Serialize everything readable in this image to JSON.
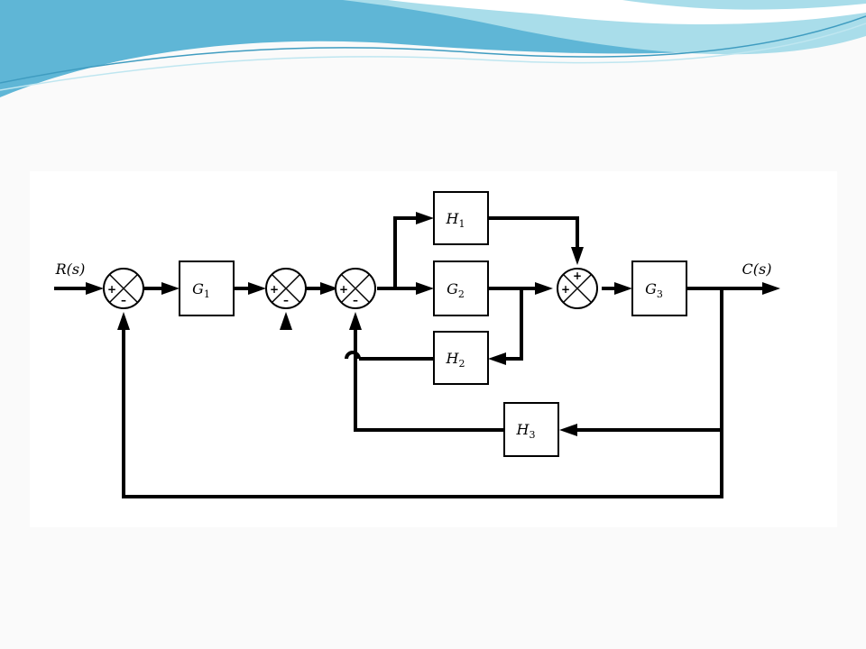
{
  "theme": {
    "wave_dark": "#5fb6d6",
    "wave_light": "#a9ddea",
    "wave_white": "#ffffff"
  },
  "diagram": {
    "input_label": {
      "main": "R(s)"
    },
    "output_label": {
      "main": "C(s)"
    },
    "blocks": [
      {
        "id": "G1",
        "main": "G",
        "sub": "1"
      },
      {
        "id": "G2",
        "main": "G",
        "sub": "2"
      },
      {
        "id": "G3",
        "main": "G",
        "sub": "3"
      },
      {
        "id": "H1",
        "main": "H",
        "sub": "1"
      },
      {
        "id": "H2",
        "main": "H",
        "sub": "2"
      },
      {
        "id": "H3",
        "main": "H",
        "sub": "3"
      }
    ],
    "summing_junctions": [
      {
        "id": "sum1",
        "signs": [
          "+",
          "–"
        ]
      },
      {
        "id": "sum2",
        "signs": [
          "+",
          "–"
        ]
      },
      {
        "id": "sum3",
        "signs": [
          "+",
          "–"
        ]
      },
      {
        "id": "sum4",
        "signs": [
          "+",
          "+"
        ]
      }
    ]
  }
}
